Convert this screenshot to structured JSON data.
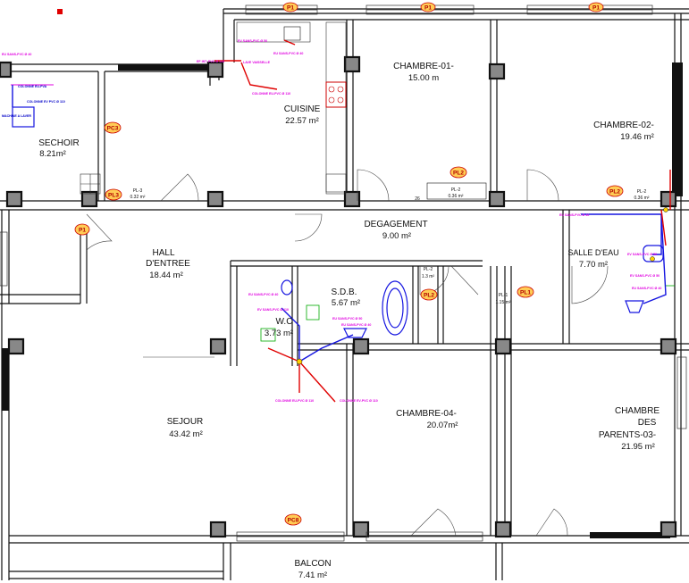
{
  "rooms": [
    {
      "name": "CHAMBRE-01-",
      "area": "15.00 m"
    },
    {
      "name": "CUISINE",
      "area": "22.57 m²"
    },
    {
      "name": "CHAMBRE-02-",
      "area": "19.46 m²"
    },
    {
      "name": "SECHOIR",
      "area": "8.21m²"
    },
    {
      "name": "DEGAGEMENT",
      "area": "9.00 m²"
    },
    {
      "name": "HALL",
      "name2": "D'ENTREE",
      "area": "18.44 m²"
    },
    {
      "name": "SALLE D'EAU",
      "area": "7.70 m²"
    },
    {
      "name": "S.D.B.",
      "area": "5.67 m²"
    },
    {
      "name": "W.C",
      "area": "3.73 m²"
    },
    {
      "name": "SEJOUR",
      "area": "43.42 m²"
    },
    {
      "name": "CHAMBRE-04-",
      "area": "20.07m²"
    },
    {
      "name": "CHAMBRE",
      "name2": "DES",
      "name3": "PARENTS-03-",
      "area": "21.95 m²"
    },
    {
      "name": "BALCON",
      "area": "7.41 m²"
    }
  ],
  "tags": {
    "p1": "P1",
    "pl2": "PL2",
    "pl1": "PL1",
    "pl3": "PL3",
    "pc3": "PC3",
    "pc8": "PC8"
  },
  "small_labels": {
    "pl2_closet": "PL-2",
    "pl2_closet_area": "0.36 m²",
    "pl3_closet": "PL-3",
    "pl3_closet_area": "0.32 m²",
    "pl2_right": "PL-2",
    "pl2_right_area": "0.36 m²",
    "pl2_sdb": "PL-2",
    "pl2_sdb_area": "1.3 m²",
    "pl1_mid": "PL-1",
    "pl1_mid_area": "1.15 m²",
    "dim_26": "26"
  },
  "annotations": {
    "kitchen_top1": "EV SANS-PVC Ø 50",
    "kitchen_top2": "EU SANS-PVC Ø 40",
    "kitchen_left": "EF INT. PVC Ø 110",
    "kitchen_mid": "LAVE VAISSELLE",
    "kitchen_bottom": "COLONNE EU-PVC Ø 110",
    "sechoir_top": "COLONNE EU-PVA",
    "sechoir_mid": "MACHINE A LAVER",
    "sechoir_side": "COLONNE EV PVC Ø 110",
    "wc_top": "EU SANS-PVC Ø 40",
    "wc_mid": "EV SANS-PVC Ø 110",
    "sdb_mid": "EU SANS-PVC Ø 50",
    "sdb_right": "EU SANS-PVC Ø 40",
    "bottom_1": "COLONNE EU-PVC Ø 110",
    "bottom_2": "COLONNE EV-PVC Ø 110",
    "sde_1": "EU SANS-PVC Ø 40",
    "sde_2": "EV SANS-PVC Ø 50",
    "sde_3": "EV SANS-PVC Ø 50",
    "sde_4": "EU SANS-PVC Ø 40",
    "left_top": "EU SANS-PVC Ø 40"
  },
  "colors": {
    "wall": "#111111",
    "column_fill": "#888888",
    "tag_border": "#cc0000",
    "tag_fill": "#ffcc55",
    "pipe_red": "#e00000",
    "pipe_blue": "#1010d0",
    "note_magenta": "#e000e0",
    "fixture_blue": "#1414e0"
  }
}
